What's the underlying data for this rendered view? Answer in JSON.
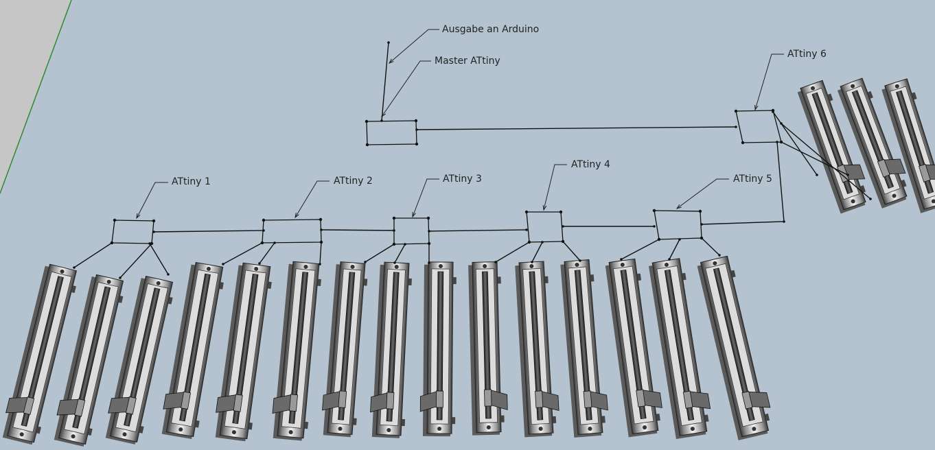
{
  "labels": {
    "output": "Ausgabe an Arduino",
    "master": "Master ATtiny",
    "t1": "ATtiny 1",
    "t2": "ATtiny 2",
    "t3": "ATtiny 3",
    "t4": "ATtiny 4",
    "t5": "ATtiny 5",
    "t6": "ATtiny 6"
  },
  "colors": {
    "background": "#b4c3cf",
    "wall": "#c6c6c6",
    "wall_edge": "#2f8a2f",
    "line": "#111111",
    "fader_body": "#d6d6d6",
    "fader_shadow": "#5a5a5a"
  },
  "icons": [
    "fader-icon"
  ]
}
